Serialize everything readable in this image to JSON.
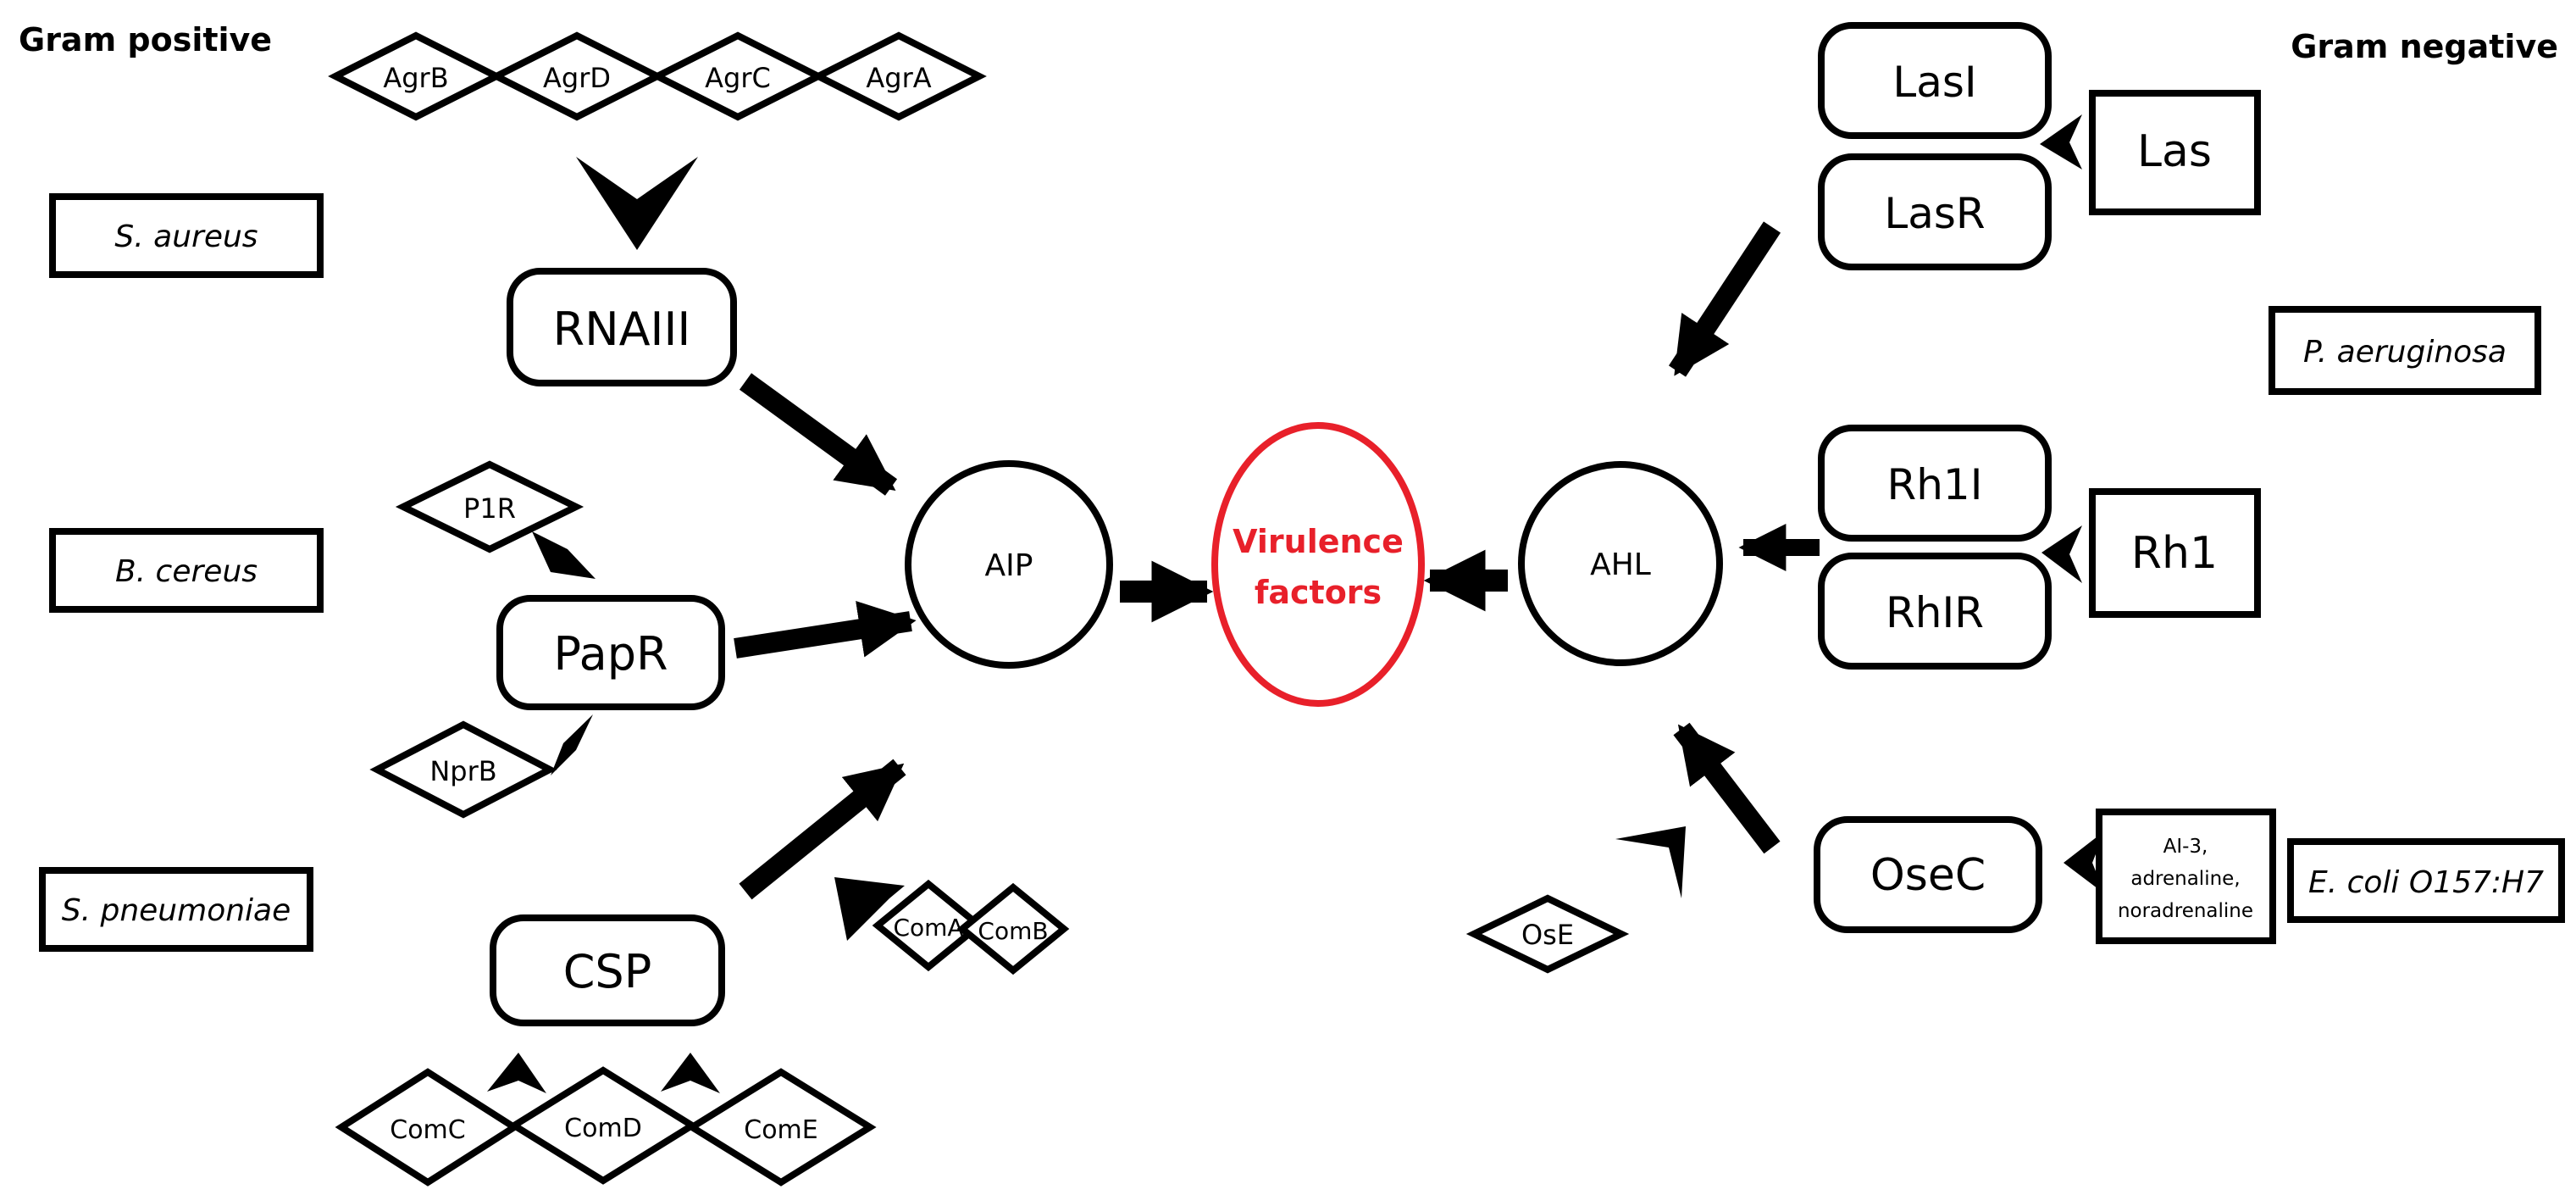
{
  "headings": {
    "gram_positive": "Gram positive",
    "gram_negative": "Gram negative"
  },
  "species": {
    "s_aureus": "S. aureus",
    "b_cereus": "B. cereus",
    "s_pneumoniae": "S. pneumoniae",
    "p_aeruginosa": "P. aeruginosa",
    "e_coli": "E. coli O157:H7"
  },
  "agr_genes": [
    "AgrB",
    "AgrD",
    "AgrC",
    "AgrA"
  ],
  "rnaiii": "RNAIII",
  "papr": "PapR",
  "p1r": "P1R",
  "nprb": "NprB",
  "csp": "CSP",
  "com_top": [
    "ComA",
    "ComB"
  ],
  "com_bottom": [
    "ComC",
    "ComD",
    "ComE"
  ],
  "aip": "AIP",
  "virulence": [
    "Virulence",
    "factors"
  ],
  "virulence_color": "#e8202a",
  "ahl": "AHL",
  "lasi": "LasI",
  "lasr": "LasR",
  "las": "Las",
  "rh1i": "Rh1I",
  "rhir": "RhIR",
  "rh1": "Rh1",
  "osec": "OseC",
  "ose": "OsE",
  "ai3": [
    "AI-3,",
    "adrenaline,",
    "noradrenaline"
  ]
}
